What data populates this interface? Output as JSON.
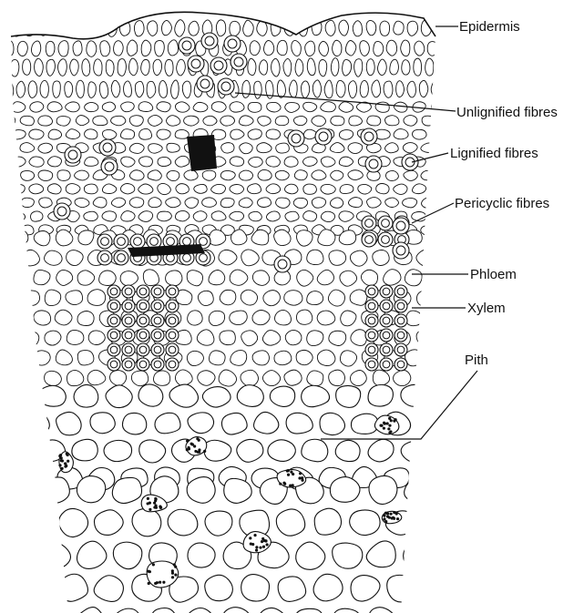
{
  "labels": {
    "epidermis": "Epidermis",
    "unlignified_fibres": "Unlignified fibres",
    "lignified_fibres": "Lignified fibres",
    "pericyclic_fibres": "Pericyclic fibres",
    "phloem": "Phloem",
    "xylem": "Xylem",
    "pith": "Pith"
  },
  "colors": {
    "ink": "#111111",
    "background": "#ffffff"
  }
}
